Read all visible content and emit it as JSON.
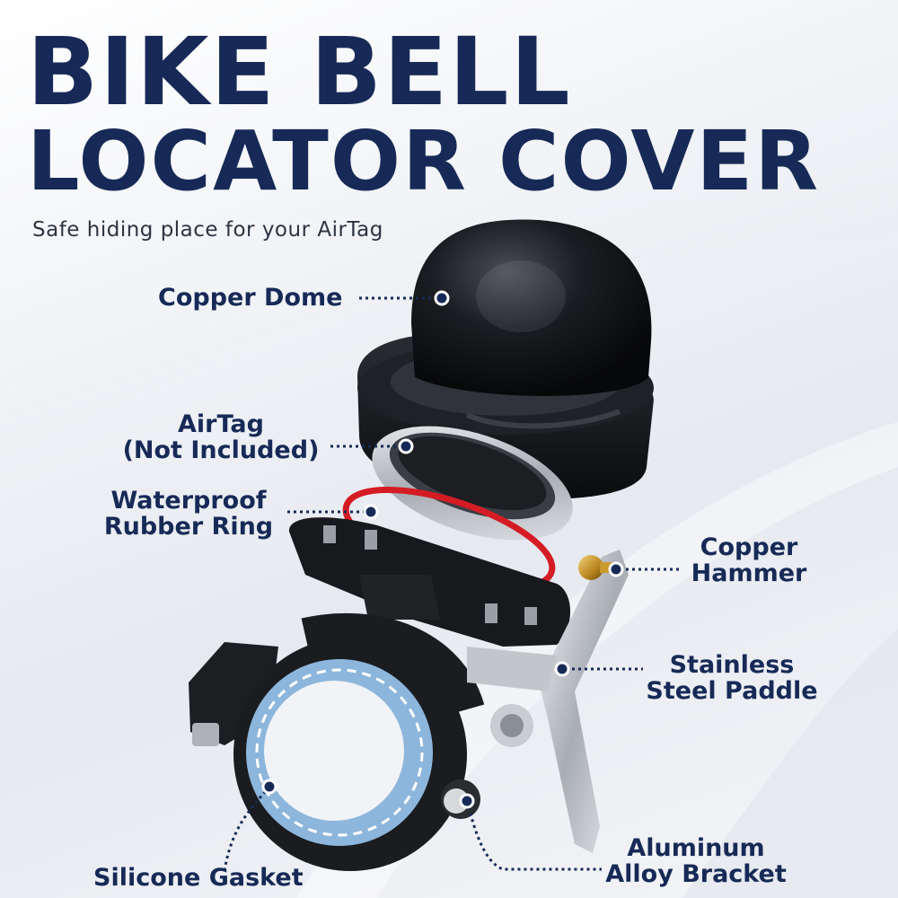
{
  "title": {
    "line1": "BIKE BELL",
    "line2": "LOCATOR COVER"
  },
  "subtitle": "Safe hiding place for your AirTag",
  "labels": {
    "copper_dome": "Copper Dome",
    "airtag": {
      "line1": "AirTag",
      "line2": "(Not Included)"
    },
    "rubber_ring": {
      "line1": "Waterproof",
      "line2": "Rubber Ring"
    },
    "copper_hammer": {
      "line1": "Copper",
      "line2": "Hammer"
    },
    "steel_paddle": {
      "line1": "Stainless",
      "line2": "Steel Paddle"
    },
    "aluminum_bracket": {
      "line1": "Aluminum",
      "line2": "Alloy Bracket"
    },
    "silicone_gasket": "Silicone Gasket"
  },
  "colors": {
    "title": "#172a57",
    "dome": "#111318",
    "ring": "#d51b24",
    "gasket": "#8db6dc",
    "bracket": "#1a1c20",
    "steel": "#c9ccd1",
    "hammer": "#c99a2e"
  }
}
